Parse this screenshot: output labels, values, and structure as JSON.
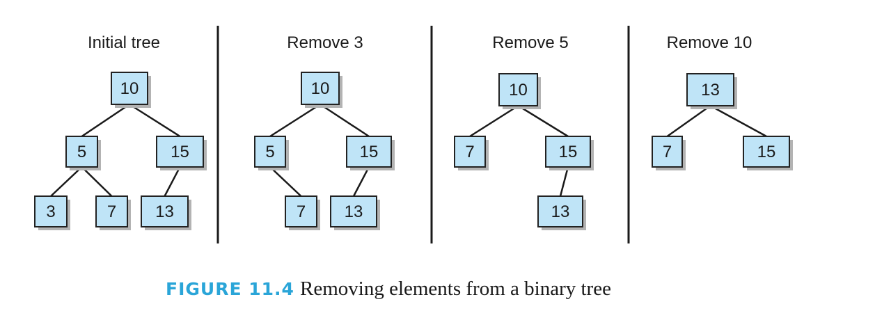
{
  "colors": {
    "node_fill": "#bfe4f7",
    "node_stroke": "#222222",
    "node_shadow": "#b3b3b3",
    "edge": "#1a1a1a",
    "divider": "#1a1a1a",
    "caption_accent": "#2aa5d8"
  },
  "panels": [
    {
      "title": "Initial tree",
      "nodes": [
        {
          "id": "n10",
          "label": "10"
        },
        {
          "id": "n5",
          "label": "5"
        },
        {
          "id": "n15",
          "label": "15"
        },
        {
          "id": "n3",
          "label": "3"
        },
        {
          "id": "n7",
          "label": "7"
        },
        {
          "id": "n13",
          "label": "13"
        }
      ],
      "edges": [
        [
          "n10",
          "n5"
        ],
        [
          "n10",
          "n15"
        ],
        [
          "n5",
          "n3"
        ],
        [
          "n5",
          "n7"
        ],
        [
          "n15",
          "n13"
        ]
      ]
    },
    {
      "title": "Remove 3",
      "nodes": [
        {
          "id": "n10",
          "label": "10"
        },
        {
          "id": "n5",
          "label": "5"
        },
        {
          "id": "n15",
          "label": "15"
        },
        {
          "id": "n7",
          "label": "7"
        },
        {
          "id": "n13",
          "label": "13"
        }
      ],
      "edges": [
        [
          "n10",
          "n5"
        ],
        [
          "n10",
          "n15"
        ],
        [
          "n5",
          "n7"
        ],
        [
          "n15",
          "n13"
        ]
      ]
    },
    {
      "title": "Remove 5",
      "nodes": [
        {
          "id": "n10",
          "label": "10"
        },
        {
          "id": "n7",
          "label": "7"
        },
        {
          "id": "n15",
          "label": "15"
        },
        {
          "id": "n13",
          "label": "13"
        }
      ],
      "edges": [
        [
          "n10",
          "n7"
        ],
        [
          "n10",
          "n15"
        ],
        [
          "n15",
          "n13"
        ]
      ]
    },
    {
      "title": "Remove 10",
      "nodes": [
        {
          "id": "n13",
          "label": "13"
        },
        {
          "id": "n7",
          "label": "7"
        },
        {
          "id": "n15",
          "label": "15"
        }
      ],
      "edges": [
        [
          "n13",
          "n7"
        ],
        [
          "n13",
          "n15"
        ]
      ]
    }
  ],
  "caption": {
    "label": "FIGURE 11.4",
    "text": "Removing elements from a binary tree"
  }
}
